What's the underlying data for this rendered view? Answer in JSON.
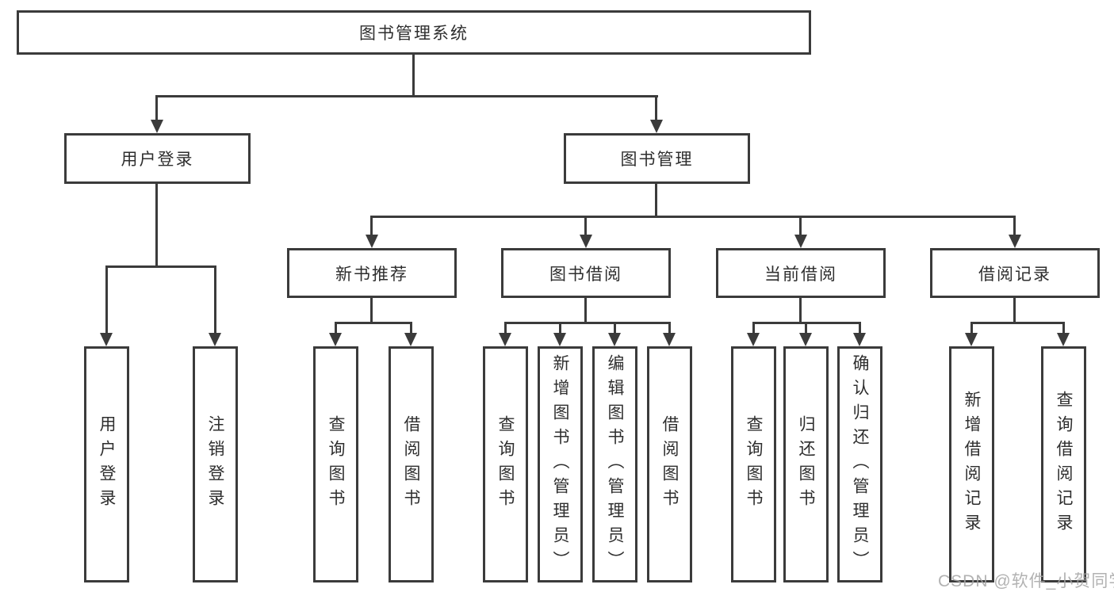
{
  "diagram": {
    "type": "hierarchy-tree",
    "watermark": "CSDN @软件_小贺同学"
  },
  "colors": {
    "line": "#3b3b3b",
    "text": "#2e2e2e",
    "watermark": "#a5a5a5",
    "background": "#ffffff"
  },
  "tree": {
    "label": "图书管理系统",
    "children": [
      {
        "label": "用户登录",
        "children": [
          {
            "label": "用户登录"
          },
          {
            "label": "注销登录"
          }
        ]
      },
      {
        "label": "图书管理",
        "children": [
          {
            "label": "新书推荐",
            "children": [
              {
                "label": "查询图书"
              },
              {
                "label": "借阅图书"
              }
            ]
          },
          {
            "label": "图书借阅",
            "children": [
              {
                "label": "查询图书"
              },
              {
                "label": "新增图书（管理员）"
              },
              {
                "label": "编辑图书（管理员）"
              },
              {
                "label": "借阅图书"
              }
            ]
          },
          {
            "label": "当前借阅",
            "children": [
              {
                "label": "查询图书"
              },
              {
                "label": "归还图书"
              },
              {
                "label": "确认归还（管理员）"
              }
            ]
          },
          {
            "label": "借阅记录",
            "children": [
              {
                "label": "新增借阅记录"
              },
              {
                "label": "查询借阅记录"
              }
            ]
          }
        ]
      }
    ]
  }
}
